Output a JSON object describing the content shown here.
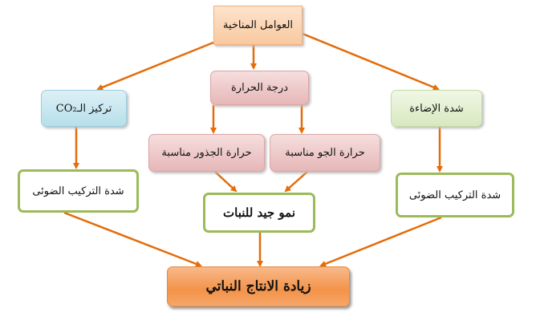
{
  "nodes": {
    "climate_factors": "العوامل المناخية",
    "co2": "تركيز الـCO₂",
    "temperature": "درجة الحرارة",
    "light": "شدة الإضاءة",
    "root_temp": "حرارة الجذور مناسبة",
    "air_temp": "حرارة الجو مناسبة",
    "photosynthesis_left": "شدة التركيب الضوئى",
    "photosynthesis_right": "شدة التركيب الضوئى",
    "good_growth": "نمو جيد للنبات",
    "increased_production": "زيادة الانتاج النباتي"
  },
  "colors": {
    "arrow": "#e46c0a",
    "outline_green": "#9bbb59"
  }
}
